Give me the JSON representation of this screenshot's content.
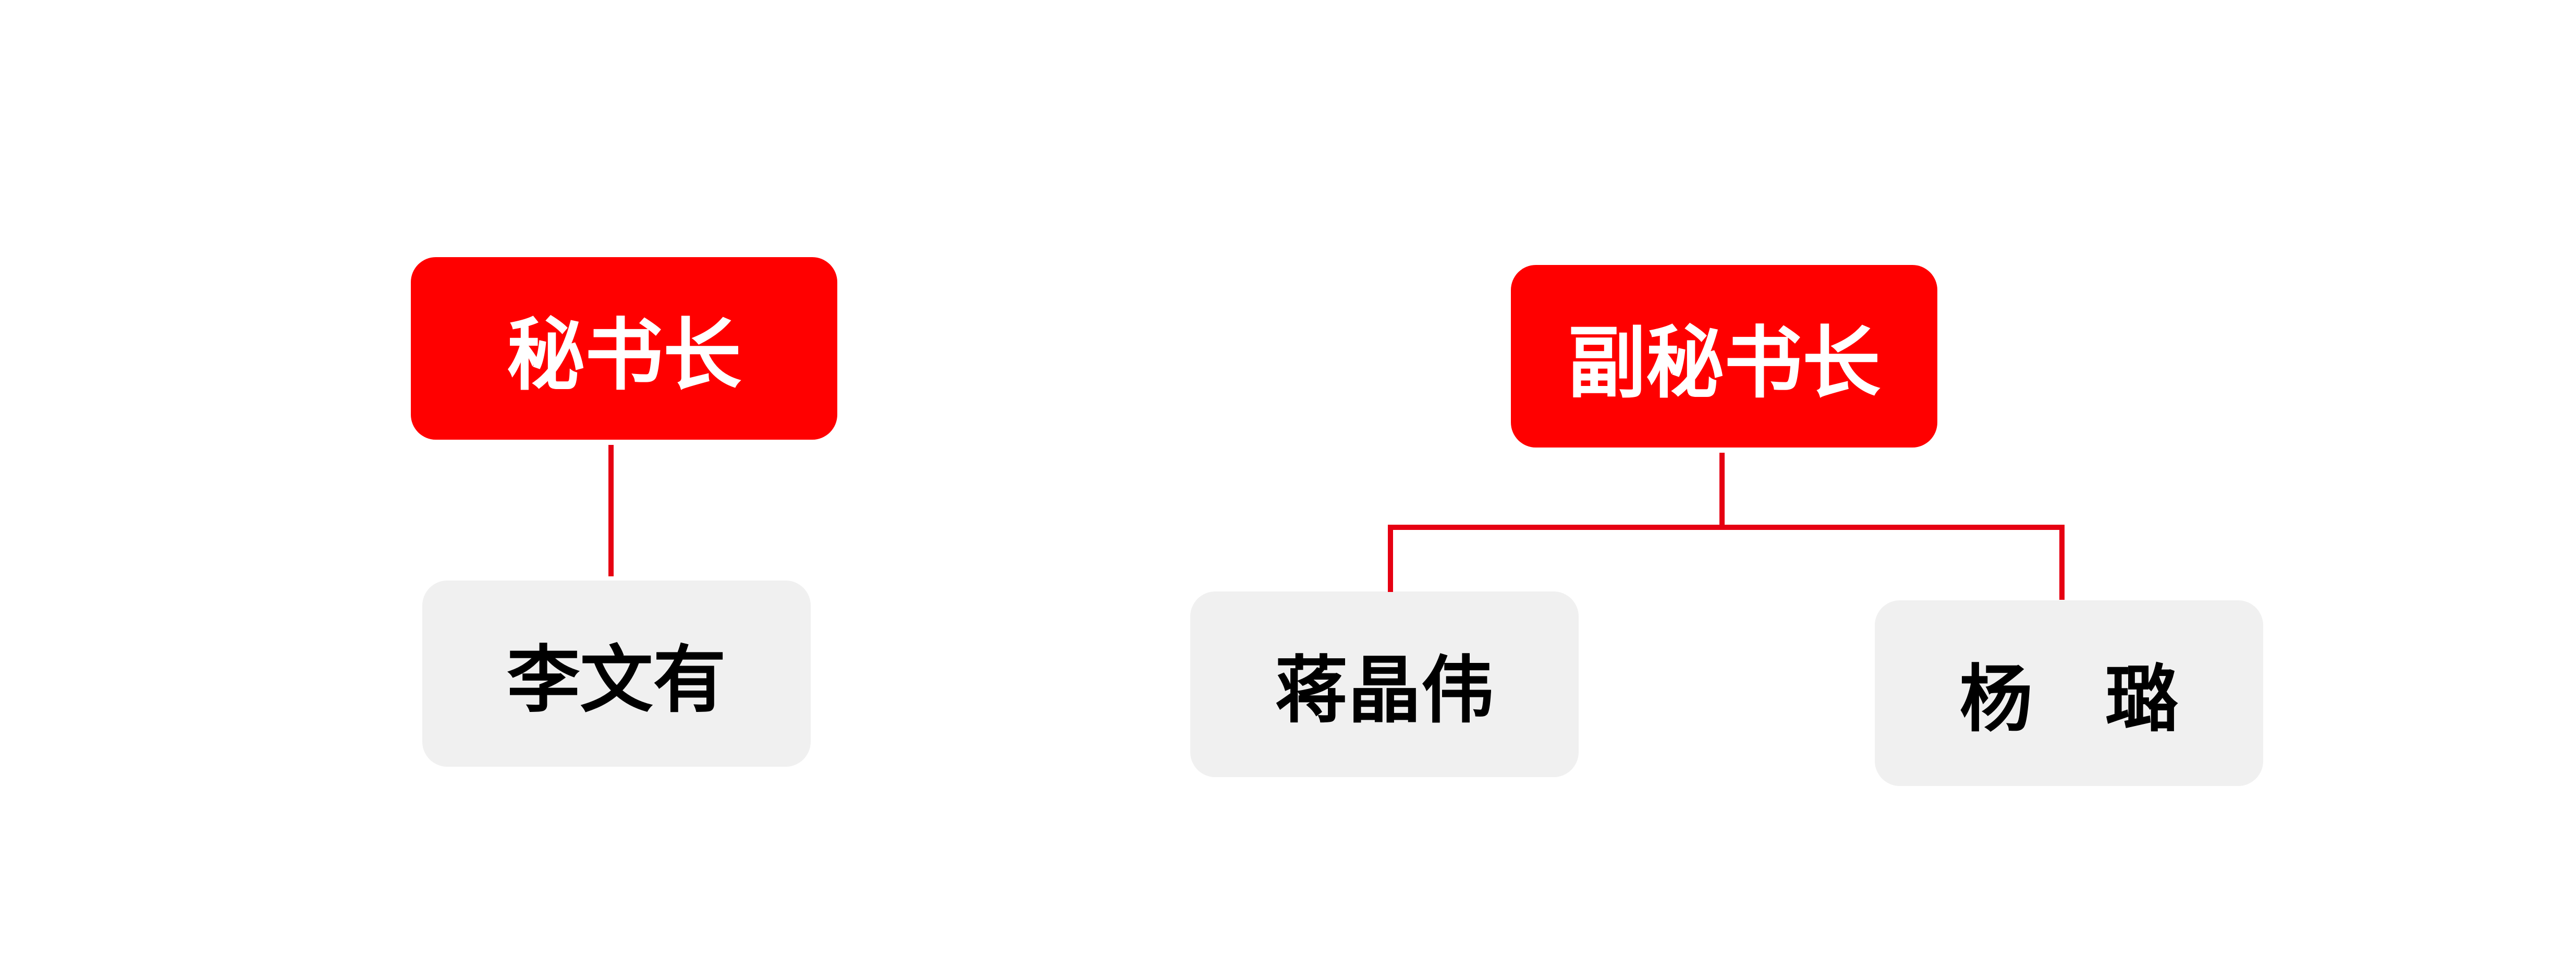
{
  "groups": [
    {
      "title": "秘书长",
      "members": [
        "李文有"
      ]
    },
    {
      "title": "副秘书长",
      "members": [
        "蒋晶伟",
        "杨　璐"
      ]
    }
  ],
  "colors": {
    "title_box": "#ff0000",
    "member_box": "#f0f0f0",
    "connector": "#e60012",
    "title_text": "#ffffff",
    "member_text": "#000000"
  }
}
